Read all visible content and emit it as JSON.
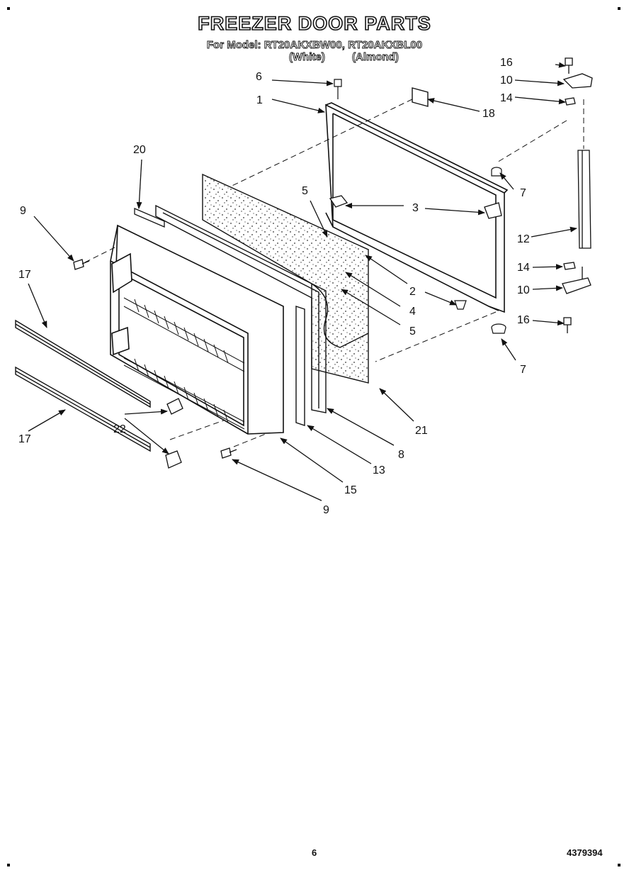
{
  "header": {
    "title": "FREEZER DOOR PARTS",
    "model_line": "For Model: RT20AKXBW00, RT20AKXBL00",
    "variant_white": "(White)",
    "variant_almond": "(Almond)"
  },
  "callouts": {
    "c1": "1",
    "c2": "2",
    "c3": "3",
    "c4": "4",
    "c5a": "5",
    "c5b": "5",
    "c6": "6",
    "c7a": "7",
    "c7b": "7",
    "c8": "8",
    "c9a": "9",
    "c9b": "9",
    "c10a": "10",
    "c10b": "10",
    "c12": "12",
    "c13": "13",
    "c14a": "14",
    "c14b": "14",
    "c15": "15",
    "c16a": "16",
    "c16b": "16",
    "c17a": "17",
    "c17b": "17",
    "c18": "18",
    "c20": "20",
    "c21": "21",
    "c22": "22"
  },
  "footer": {
    "page_number": "6",
    "doc_number": "4379394"
  }
}
